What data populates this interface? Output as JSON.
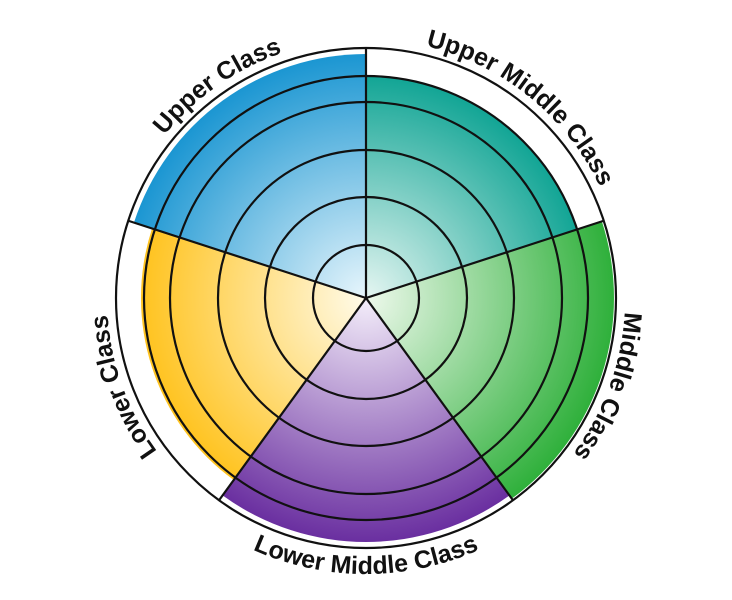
{
  "segments": [
    {
      "id": "upper-class",
      "label": "Upper Class",
      "color_outer": "#1b96d2",
      "color_inner": "#e8f6fc"
    },
    {
      "id": "upper-middle-class",
      "label": "Upper Middle Class",
      "color_outer": "#12a595",
      "color_inner": "#e6f6f2"
    },
    {
      "id": "middle-class",
      "label": "Middle Class",
      "color_outer": "#2fb03b",
      "color_inner": "#eef9ec"
    },
    {
      "id": "lower-middle-class",
      "label": "Lower Middle Class",
      "color_outer": "#6a2fa0",
      "color_inner": "#f4eefa"
    },
    {
      "id": "lower-class",
      "label": "Lower Class",
      "color_outer": "#ffc31f",
      "color_inner": "#fffbea"
    }
  ]
}
